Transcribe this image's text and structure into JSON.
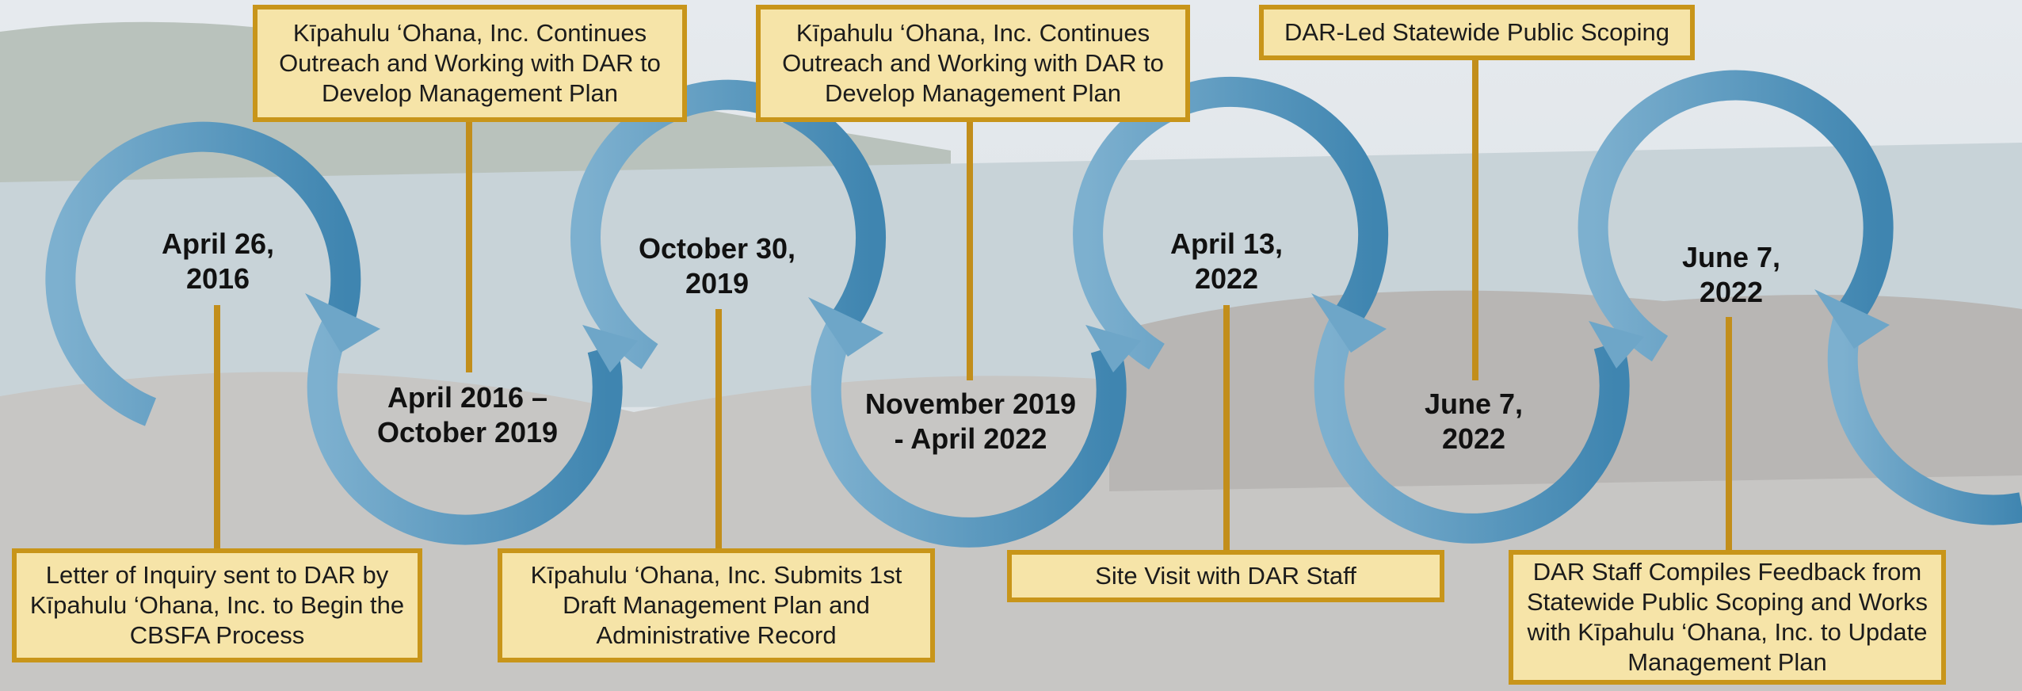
{
  "timeline": {
    "events": [
      {
        "date": "April 26,\n2016",
        "text": "Letter of Inquiry sent to DAR by Kīpahulu ‘Ohana, Inc. to Begin the CBSFA Process"
      },
      {
        "date": "April 2016 –\nOctober 2019",
        "text": "Kīpahulu ‘Ohana, Inc. Continues Outreach and Working with DAR to Develop Management Plan"
      },
      {
        "date": "October 30,\n2019",
        "text": "Kīpahulu ‘Ohana, Inc. Submits 1st Draft Management Plan and Administrative Record"
      },
      {
        "date": "November 2019\n- April 2022",
        "text": "Kīpahulu ‘Ohana, Inc. Continues Outreach and Working with DAR to Develop Management Plan"
      },
      {
        "date": "April 13,\n2022",
        "text": "Site Visit with DAR Staff"
      },
      {
        "date": "June 7,\n2022",
        "text": "DAR-Led Statewide Public Scoping"
      },
      {
        "date": "June 7,\n2022",
        "text": "DAR Staff Compiles Feedback from Statewide Public Scoping  and Works with Kīpahulu ‘Ohana, Inc. to Update Management Plan"
      }
    ]
  },
  "colors": {
    "arrow_light": "#7db0cf",
    "arrow_dark": "#3f85b0",
    "callout_fill": "#f6e4a8",
    "callout_border": "#c8951a"
  },
  "icons": [
    "curved-arrow-icon"
  ]
}
